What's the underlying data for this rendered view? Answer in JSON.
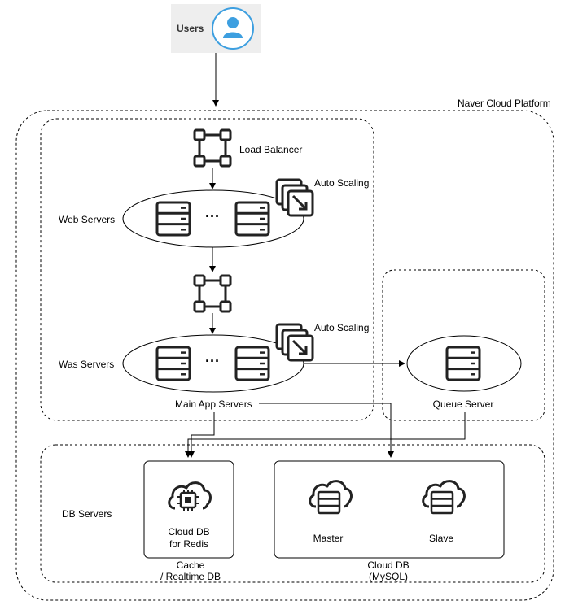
{
  "users": {
    "label": "Users",
    "icon": "user-icon"
  },
  "platform": {
    "label": "Naver Cloud Platform"
  },
  "load_balancer": {
    "label": "Load Balancer",
    "icon": "load-balancer-icon"
  },
  "auto_scaling": {
    "web_label": "Auto Scaling",
    "was_label": "Auto Scaling",
    "icon": "auto-scaling-icon"
  },
  "web_servers": {
    "label": "Web Servers",
    "dots": "···",
    "icon": "server-icon"
  },
  "was_servers": {
    "label": "Was Servers",
    "dots": "···",
    "icon": "server-icon"
  },
  "main_app": {
    "label": "Main App Servers"
  },
  "queue": {
    "label": "Queue Server",
    "icon": "server-icon"
  },
  "db": {
    "label": "DB Servers",
    "redis": {
      "line1": "Cloud DB",
      "line2": "for Redis",
      "icon": "cloud-chip-icon"
    },
    "cache": {
      "line1": "Cache",
      "line2": "/ Realtime DB"
    },
    "mysql": {
      "line1": "Cloud DB",
      "line2": "(MySQL)"
    },
    "master": {
      "label": "Master",
      "icon": "cloud-db-icon"
    },
    "slave": {
      "label": "Slave",
      "icon": "cloud-db-icon"
    }
  },
  "colors": {
    "users_bg": "#eeeeee",
    "users_icon": "#3d9fe0"
  }
}
